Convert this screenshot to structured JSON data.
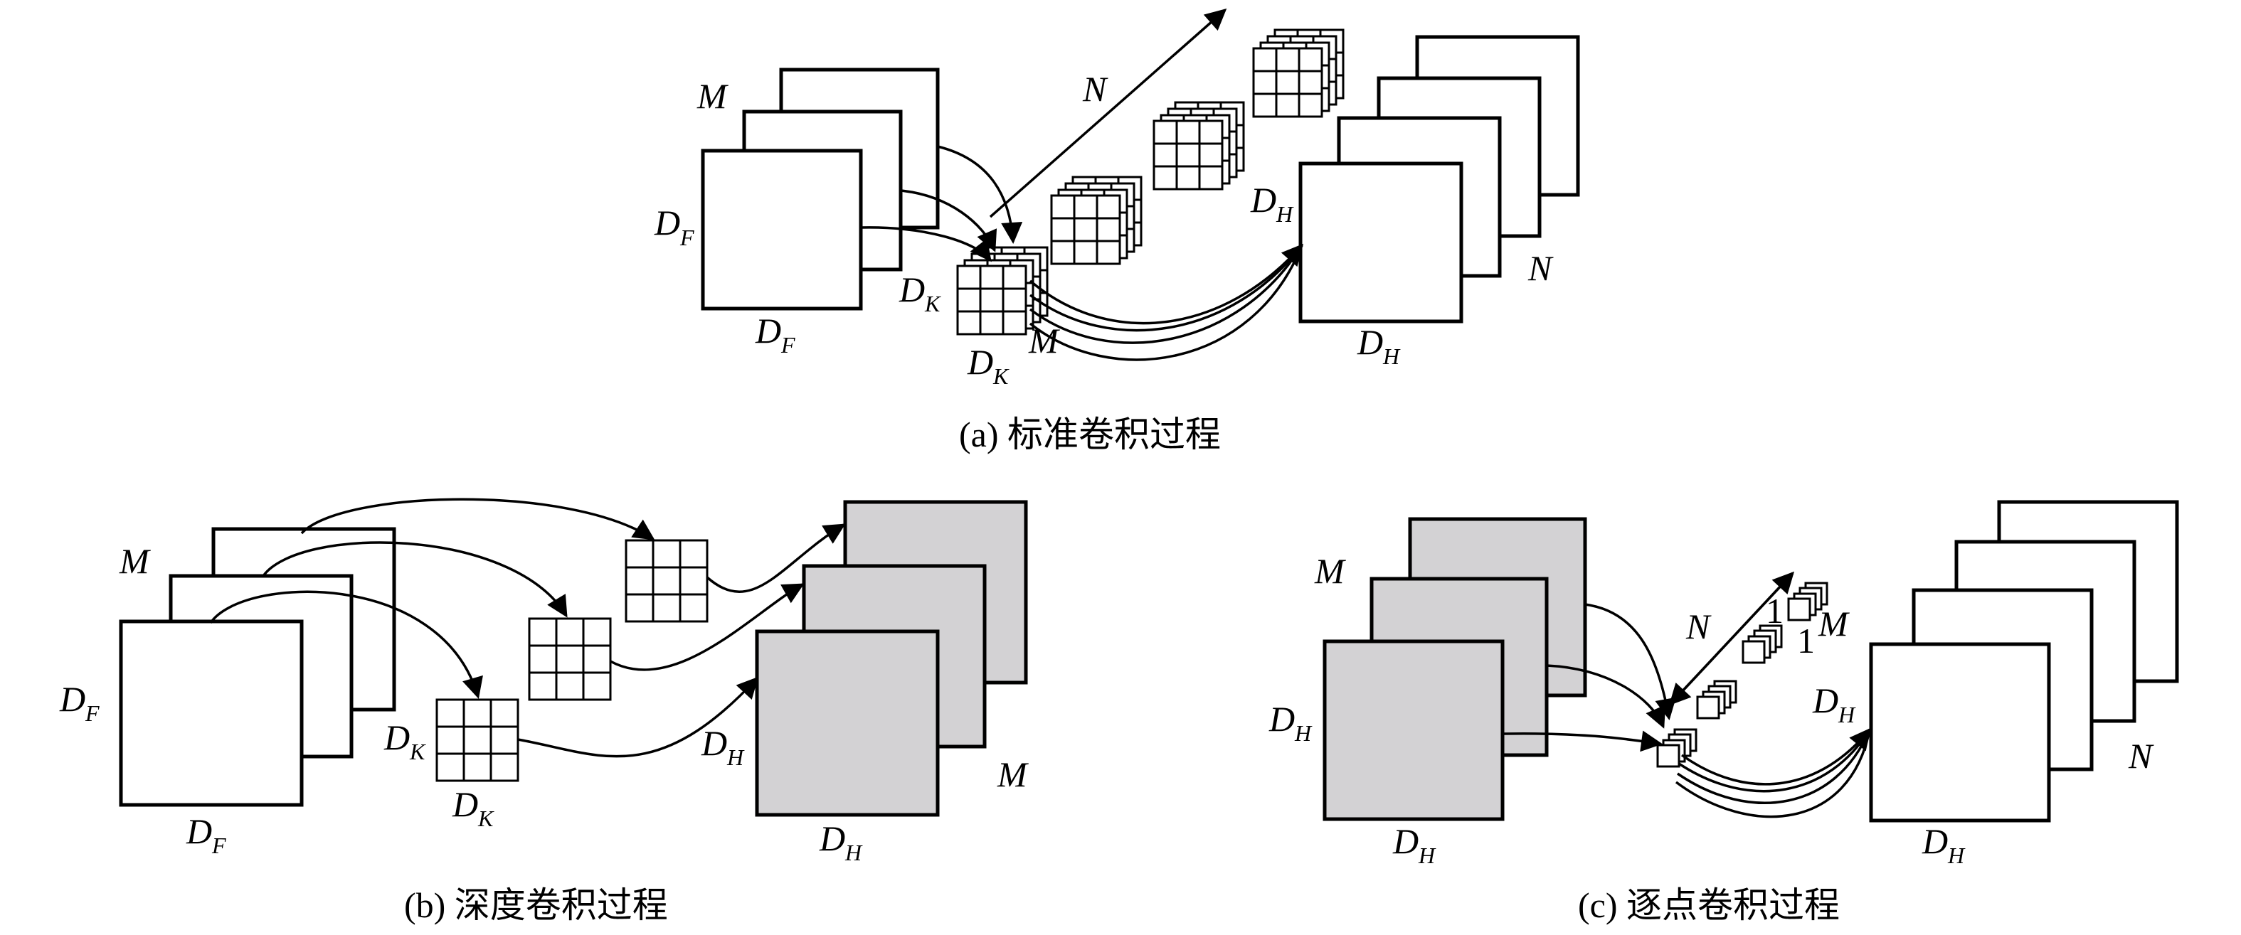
{
  "captions": {
    "a": "(a) 标准卷积过程",
    "b": "(b) 深度卷积过程",
    "c": "(c) 逐点卷积过程"
  },
  "labels": {
    "M": "M",
    "N": "N",
    "D": "D",
    "F": "F",
    "K": "K",
    "H": "H",
    "one": "1"
  },
  "colors": {
    "stroke": "#000000",
    "plain_fill": "#ffffff",
    "gray_fill": "#d3d2d4"
  }
}
